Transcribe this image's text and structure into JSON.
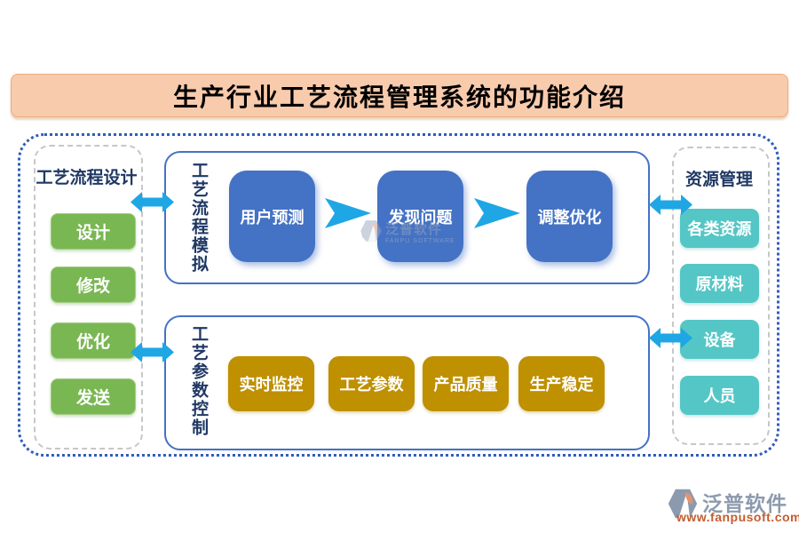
{
  "title": "生产行业工艺流程管理系统的功能介绍",
  "left_panel": {
    "header": "工艺流程设计",
    "buttons": [
      "设计",
      "修改",
      "优化",
      "发送"
    ]
  },
  "simulation_box": {
    "label": "工艺流程模拟",
    "steps": [
      "用户预测",
      "发现问题",
      "调整优化"
    ]
  },
  "parameter_box": {
    "label": "工艺参数控制",
    "buttons": [
      "实时监控",
      "工艺参数",
      "产品质量",
      "生产稳定"
    ]
  },
  "resource_panel": {
    "header": "资源管理",
    "buttons": [
      "各类资源",
      "原材料",
      "设备",
      "人员"
    ]
  },
  "watermark": {
    "brand": "泛普软件",
    "sub": "FANPU SOFTWARE"
  },
  "footer": {
    "brand": "泛普软件",
    "url": "www.fanpusoft.com"
  },
  "colors": {
    "banner_bg": "#F8CBAD",
    "outer_dotted_border": "#2F5BBE",
    "panel_dashed_border": "#C7C7C7",
    "header_text": "#1F3864",
    "green_button": "#79B752",
    "blue_square": "#4472C4",
    "arrow_blue": "#1FA6E5",
    "gold_button": "#BF9000",
    "teal_button": "#55C6C6",
    "footer_brand": "#8C9AAE",
    "footer_url": "#C45C30"
  }
}
